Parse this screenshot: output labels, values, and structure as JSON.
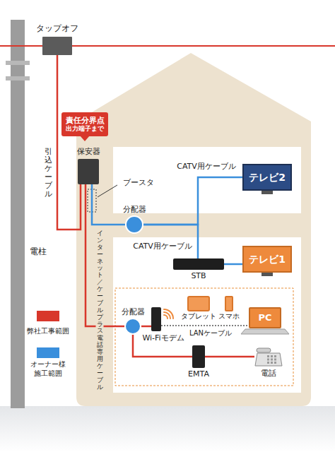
{
  "diagram": {
    "nodes": [
      {
        "text": [
          "タップオフ"
        ]
      },
      {
        "text": [
          "責任分界点",
          "出力端子まで"
        ]
      },
      {
        "text": [
          "保安器"
        ]
      },
      {
        "text": [
          "テレビ2"
        ]
      },
      {
        "text": [
          "分配器"
        ]
      },
      {
        "text": [
          "STB"
        ]
      },
      {
        "text": [
          "テレビ1"
        ]
      },
      {
        "text": [
          "分配器"
        ]
      },
      {
        "text": [
          "Wi-Fiモデム"
        ]
      },
      {
        "text": [
          "タブレット"
        ]
      },
      {
        "text": [
          "スマホ"
        ]
      },
      {
        "text": [
          "PC"
        ]
      },
      {
        "text": [
          "EMTA"
        ]
      },
      {
        "text": [
          "電話"
        ]
      }
    ],
    "edges": [
      {
        "from": 0,
        "to": 2,
        "arrow": "none",
        "label": "引込ケーブル"
      },
      {
        "from": 2,
        "to": 4,
        "arrow": "none"
      },
      {
        "from": 4,
        "to": 3,
        "arrow": "none",
        "label": "CATV用ケーブル"
      },
      {
        "from": 4,
        "to": 5,
        "arrow": "none",
        "label": "CATV用ケーブル"
      },
      {
        "from": 5,
        "to": 6,
        "arrow": "none"
      },
      {
        "from": 2,
        "to": 7,
        "arrow": "none",
        "label": "インターネット／ケーブルプラス電話専用ケーブル"
      },
      {
        "from": 7,
        "to": 8,
        "arrow": "none"
      },
      {
        "from": 8,
        "to": 11,
        "arrow": "none",
        "label": "LANケーブル"
      },
      {
        "from": 7,
        "to": 12,
        "arrow": "none"
      },
      {
        "from": 12,
        "to": 13,
        "arrow": "none"
      }
    ],
    "labels": [
      "電柱",
      "ブースタ"
    ],
    "legend": [
      {
        "text": "弊社工事範囲",
        "color": "#d8372b"
      },
      {
        "text": "オーナー様施工範囲",
        "color": "#3a8fdc"
      }
    ]
  }
}
